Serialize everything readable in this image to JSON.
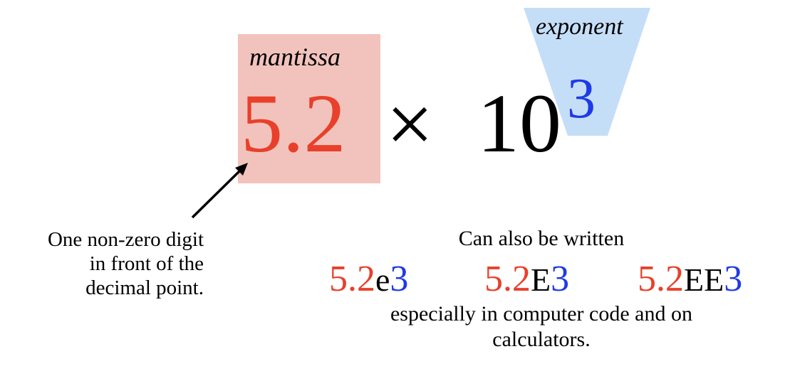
{
  "colors": {
    "mantissa_red": "#e8402b",
    "exponent_blue": "#1f3ae6",
    "mantissa_box": "#f2c3bc",
    "exponent_wedge": "#c5def8",
    "text": "#000000"
  },
  "mantissa": {
    "label": "mantissa",
    "value": "5.2"
  },
  "times_sign": "×",
  "base": "10",
  "exponent": {
    "label": "exponent",
    "value": "3"
  },
  "note_left": {
    "line1": "One non-zero digit",
    "line2": "in front of the",
    "line3": "decimal point."
  },
  "alternatives": {
    "heading": "Can also be written",
    "items": [
      {
        "mantissa": "5.2",
        "letters": "e",
        "exponent": "3"
      },
      {
        "mantissa": "5.2",
        "letters": "E",
        "exponent": "3"
      },
      {
        "mantissa": "5.2",
        "letters": "EE",
        "exponent": "3"
      }
    ],
    "usage_line1": "especially in computer code and on",
    "usage_line2": "calculators."
  },
  "icons": {
    "arrow": "arrow-icon"
  }
}
